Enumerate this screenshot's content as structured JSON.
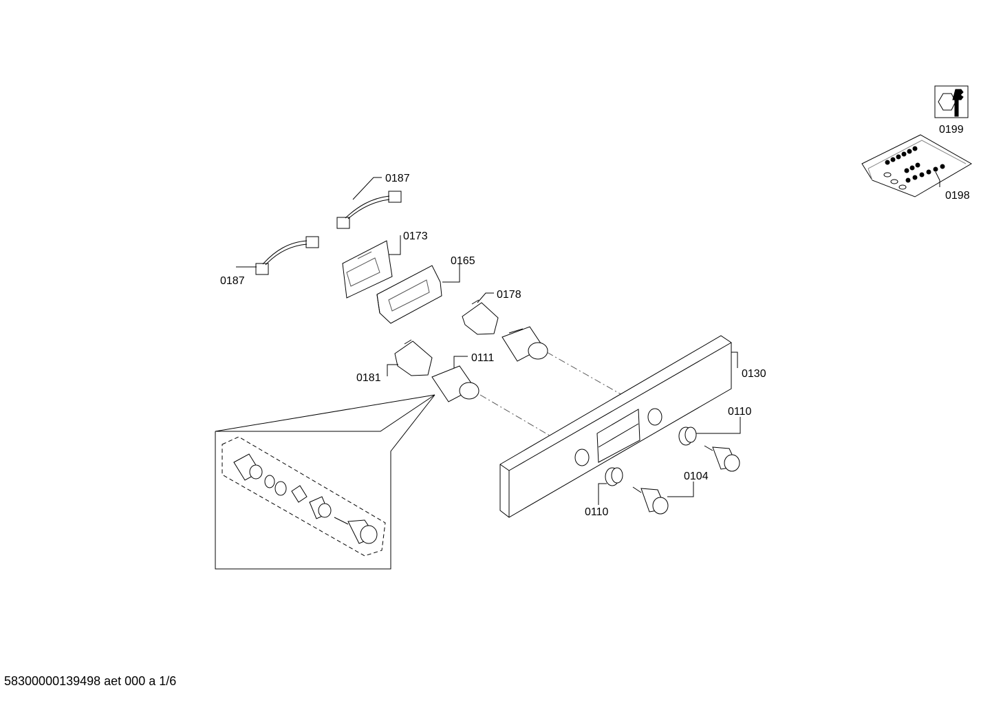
{
  "labels": {
    "p0199": "0199",
    "p0198": "0198",
    "p0187_top": "0187",
    "p0187_left": "0187",
    "p0173": "0173",
    "p0165": "0165",
    "p0178": "0178",
    "p0111": "0111",
    "p0181": "0181",
    "p0130": "0130",
    "p0110_right": "0110",
    "p0104": "0104",
    "p0110_bottom": "0110"
  },
  "footer": {
    "document_id": "58300000139498 aet 000 a 1/6"
  }
}
